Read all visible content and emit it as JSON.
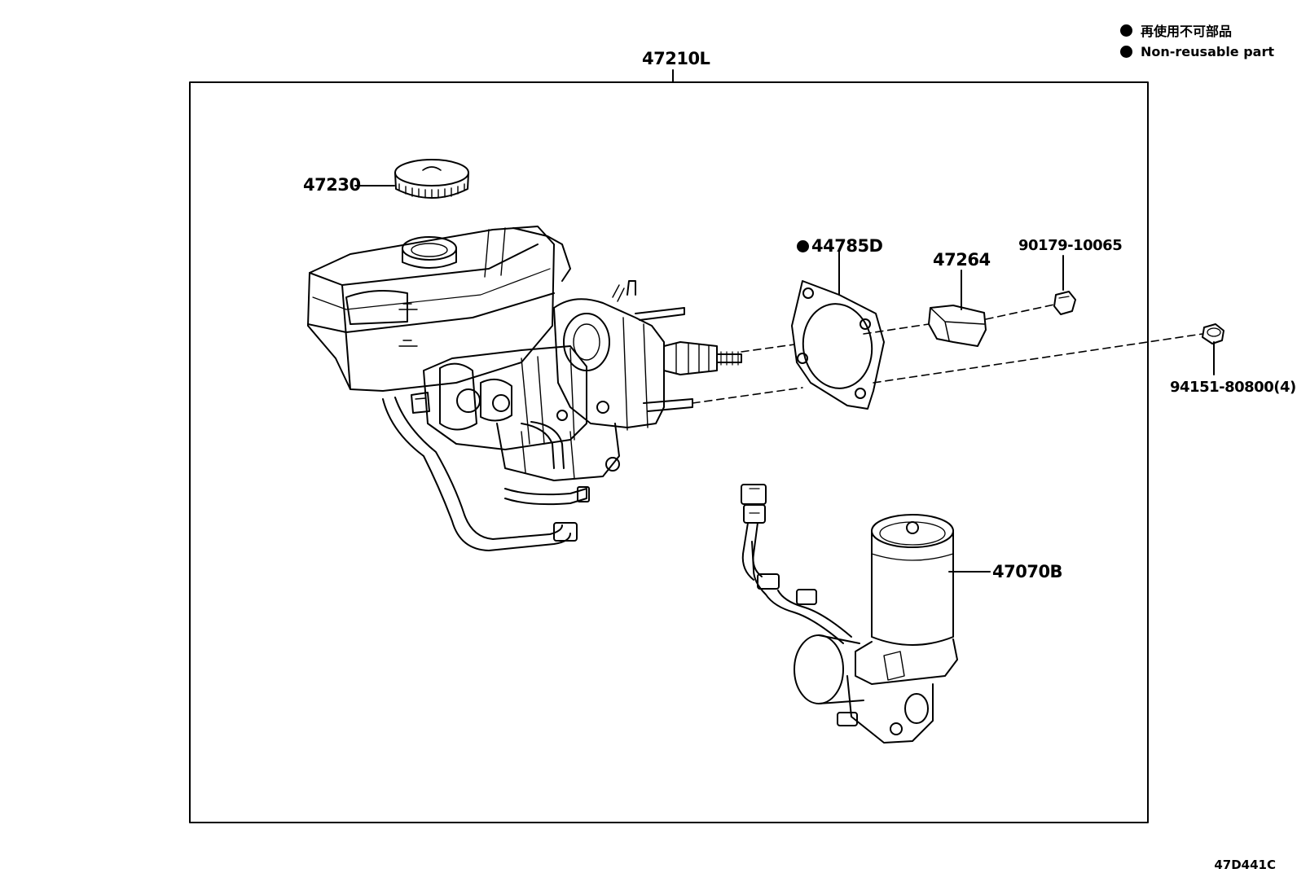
{
  "legend": {
    "jp_text": "再使用不可部品",
    "en_text": "Non-reusable part"
  },
  "callouts": {
    "assembly": "47210L",
    "reservoir_cap": "47230",
    "gasket": "44785D",
    "clevis": "47264",
    "pin": "90179-10065",
    "nut": "94151-80800(4)",
    "pump_motor": "47070B"
  },
  "non_reusable_parts": [
    "44785D"
  ],
  "reference_code": "47D441C"
}
